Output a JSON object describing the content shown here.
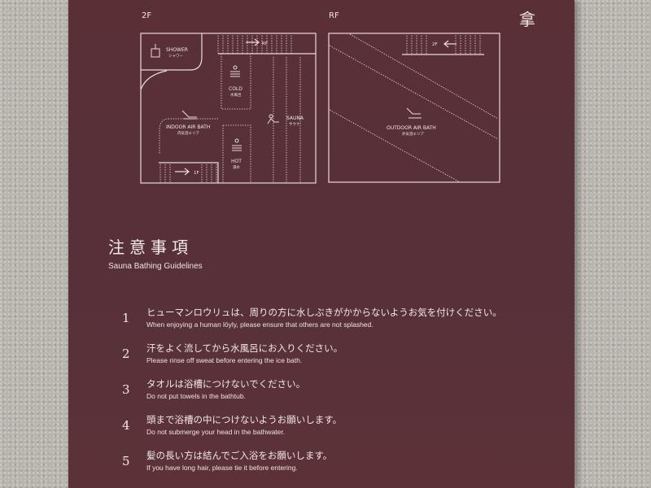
{
  "sign": {
    "corner_glyph": "拿",
    "floor_2f": {
      "label": "2F",
      "shower": {
        "en": "SHOWER",
        "jp": "シャワー"
      },
      "to_rf": "RF",
      "cold": {
        "en": "COLD",
        "jp": "水風呂"
      },
      "sauna": {
        "en": "SAUNA",
        "jp": "サウナ"
      },
      "indoor": {
        "en": "INDOOR AIR BATH",
        "jp": "内気浴エリア"
      },
      "hot": {
        "en": "HOT",
        "jp": "湯水"
      },
      "to_1f": "1F"
    },
    "floor_rf": {
      "label": "RF",
      "to_2f": "2F",
      "outdoor": {
        "en": "OUTDOOR AIR BATH",
        "jp": "外気浴エリア"
      }
    },
    "title": "注意事項",
    "subtitle": "Sauna Bathing Guidelines",
    "rules": [
      {
        "num": "1",
        "jp": "ヒューマンロウリュは、周りの方に水しぶきがかからないようお気を付けください。",
        "en": "When enjoying a human löyly, please ensure that others are not splashed."
      },
      {
        "num": "2",
        "jp": "汗をよく流してから水風呂にお入りください。",
        "en": "Please rinse off sweat before entering the ice bath."
      },
      {
        "num": "3",
        "jp": "タオルは浴槽につけないでください。",
        "en": "Do not put towels in the bathtub."
      },
      {
        "num": "4",
        "jp": "頭まで浴槽の中につけないようお願いします。",
        "en": "Do not submerge your head in the bathwater."
      },
      {
        "num": "5",
        "jp": "髪の長い方は結んでご入浴をお願いします。",
        "en": "If you have long hair, please tie it before entering."
      }
    ]
  }
}
